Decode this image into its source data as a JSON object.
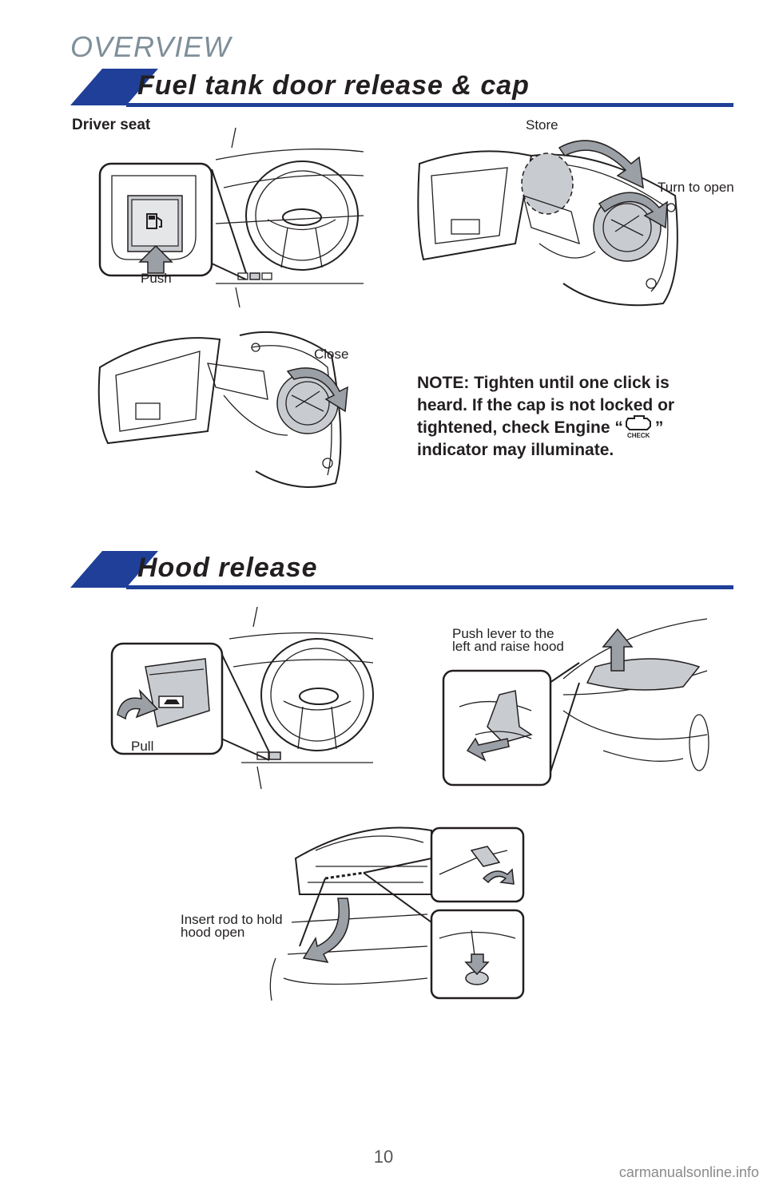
{
  "header": {
    "overview": "OVERVIEW"
  },
  "fuel_section": {
    "title": "Fuel tank door release & cap",
    "driver_seat_label": "Driver seat",
    "push_label": "Push",
    "store_label": "Store",
    "turn_to_open_label": "Turn to open",
    "close_label": "Close",
    "note": {
      "line1": "NOTE: Tighten until one click is",
      "line2": "heard. If the cap is not locked or",
      "line3_pre": "tightened, check Engine “",
      "line3_post": "”",
      "line4": "indicator may illuminate.",
      "check_icon_text": "CHECK"
    }
  },
  "hood_section": {
    "title": "Hood release",
    "pull_label": "Pull",
    "push_lever_line1": "Push lever to the",
    "push_lever_line2": "left and raise hood",
    "insert_rod_line1": "Insert rod to hold",
    "insert_rod_line2": "hood open"
  },
  "footer": {
    "page_number": "10",
    "watermark": "carmanualsonline.info"
  },
  "colors": {
    "accent": "#1f3f98",
    "overview_text": "#7f8f99",
    "fill_gray": "#c8ccd0"
  },
  "icons": [
    "fuel-pump-icon",
    "check-engine-icon",
    "hood-car-icon",
    "arrow-up-icon",
    "curved-arrow-icon"
  ]
}
